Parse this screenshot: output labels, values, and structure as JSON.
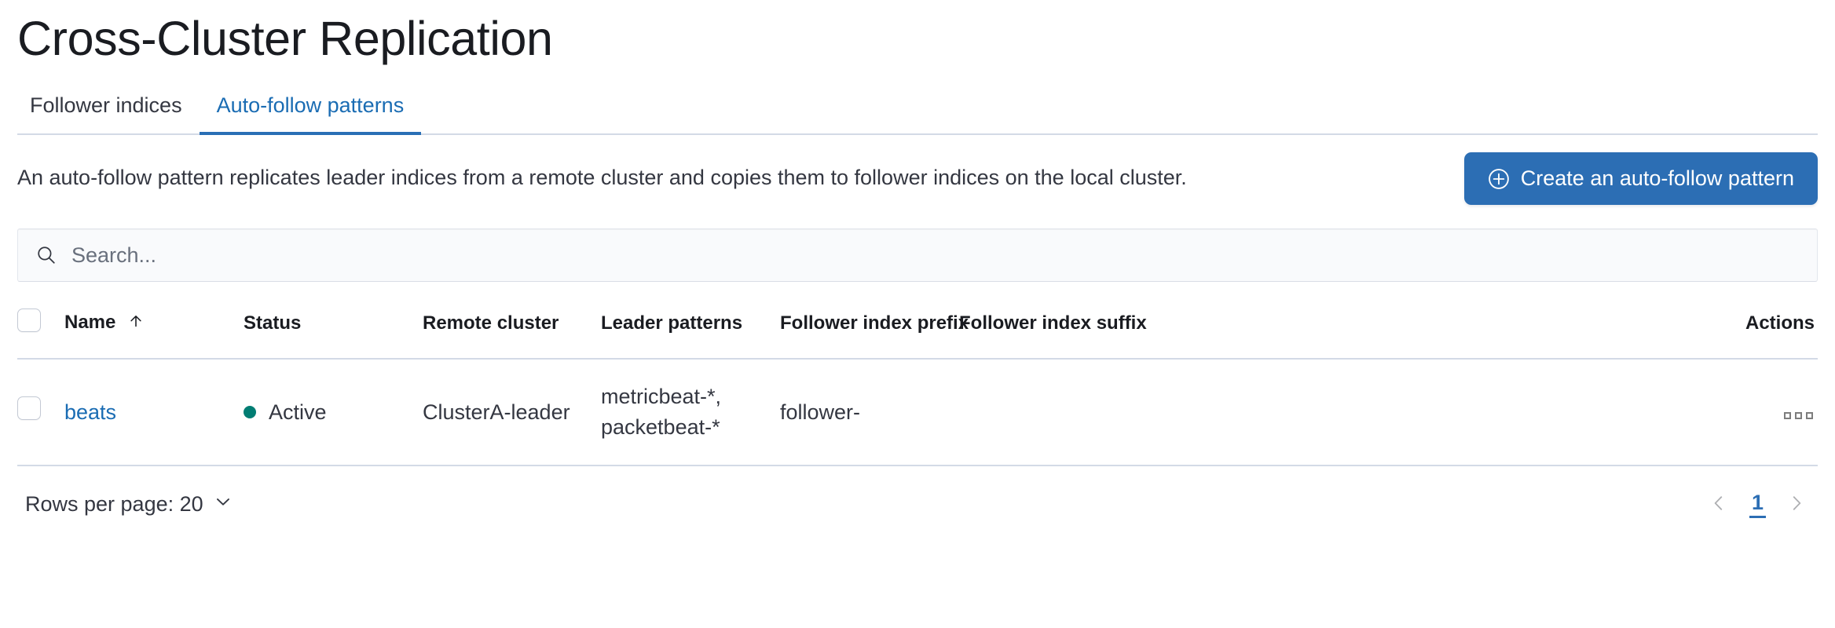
{
  "page": {
    "title": "Cross-Cluster Replication"
  },
  "tabs": [
    {
      "label": "Follower indices",
      "active": false
    },
    {
      "label": "Auto-follow patterns",
      "active": true
    }
  ],
  "intro": {
    "description": "An auto-follow pattern replicates leader indices from a remote cluster and copies them to follower indices on the local cluster.",
    "create_button_label": "Create an auto-follow pattern",
    "create_button_icon": "plus-in-circle-icon",
    "create_button_color": "#2c6eb4"
  },
  "search": {
    "placeholder": "Search...",
    "value": "",
    "icon": "search-icon"
  },
  "table": {
    "columns": [
      {
        "key": "name",
        "label": "Name",
        "sorted": true,
        "sort_direction": "asc",
        "sort_icon": "arrow-up-icon"
      },
      {
        "key": "status",
        "label": "Status"
      },
      {
        "key": "remote_cluster",
        "label": "Remote cluster"
      },
      {
        "key": "leader_patterns",
        "label": "Leader patterns"
      },
      {
        "key": "follower_index_prefix",
        "label": "Follower index prefix"
      },
      {
        "key": "follower_index_suffix",
        "label": "Follower index suffix"
      },
      {
        "key": "actions",
        "label": "Actions"
      }
    ],
    "rows": [
      {
        "name": "beats",
        "status": "Active",
        "status_color": "#017d73",
        "remote_cluster": "ClusterA-leader",
        "leader_patterns": "metricbeat-*,\npacketbeat-*",
        "follower_index_prefix": "follower-",
        "follower_index_suffix": "",
        "actions_icon": "boxes-horizontal-icon"
      }
    ]
  },
  "footer": {
    "rows_per_page_label": "Rows per page: 20",
    "rows_per_page_icon": "chevron-down-icon",
    "pagination": {
      "prev_icon": "chevron-left-icon",
      "next_icon": "chevron-right-icon",
      "pages": [
        "1"
      ],
      "current_page": "1",
      "active_color": "#2c6eb4"
    }
  }
}
